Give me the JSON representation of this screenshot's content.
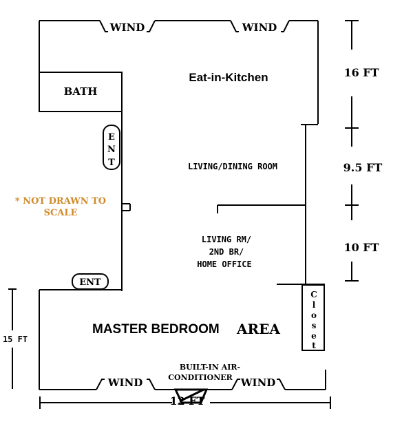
{
  "labels": {
    "kitchen": "Eat-in-Kitchen",
    "bath": "BATH",
    "living_dining": "LIVING/DINING ROOM",
    "living_rm_line1": "LIVING RM/",
    "living_rm_line2": "2ND BR/",
    "living_rm_line3": "HOME OFFICE",
    "master_bedroom": "MASTER BEDROOM",
    "area": "AREA",
    "not_to_scale_line1": "* NOT DRAWN TO",
    "not_to_scale_line2": "SCALE",
    "built_in_ac_line1": "BUILT-IN AIR-",
    "built_in_ac_line2": "CONDITIONER",
    "window": "WIND",
    "entrance": "ENT",
    "entrance_vertical": [
      "E",
      "N",
      "T"
    ],
    "closet_vertical": [
      "C",
      "l",
      "o",
      "s",
      "e",
      "t"
    ]
  },
  "dimensions": {
    "kitchen_length": "16 FT",
    "living_dining_length": "9.5 FT",
    "living_rm_length": "10 FT",
    "master_length": "15 FT",
    "master_width": "12 FT"
  },
  "colors": {
    "line": "#000000",
    "note": "#d08a2a"
  }
}
